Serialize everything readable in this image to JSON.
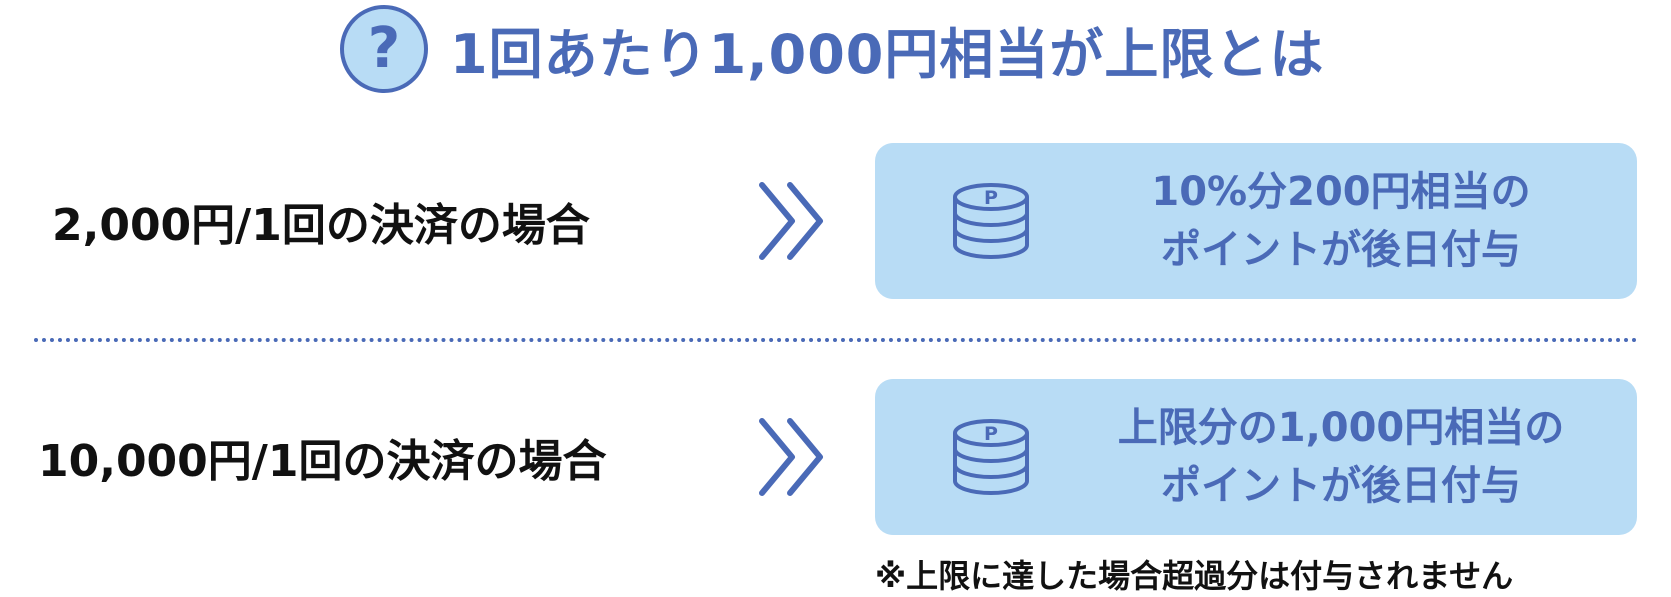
{
  "header": {
    "badge": "?",
    "title": "1回あたり1,000円相当が上限とは"
  },
  "rows": [
    {
      "label": "2,000円/1回の決済の場合",
      "result_line1": "10%分200円相当の",
      "result_line2": "ポイントが後日付与"
    },
    {
      "label": "10,000円/1回の決済の場合",
      "result_line1": "上限分の1,000円相当の",
      "result_line2": "ポイントが後日付与"
    }
  ],
  "coin_letter": "P",
  "note": "※上限に達した場合超過分は付与されません",
  "colors": {
    "accent": "#4a6ab7",
    "box_background": "#b8dcf5",
    "text": "#111111"
  },
  "icons": {
    "header": "question-mark-icon",
    "arrow": "double-chevron-right-icon",
    "coin": "point-coin-stack-icon"
  }
}
